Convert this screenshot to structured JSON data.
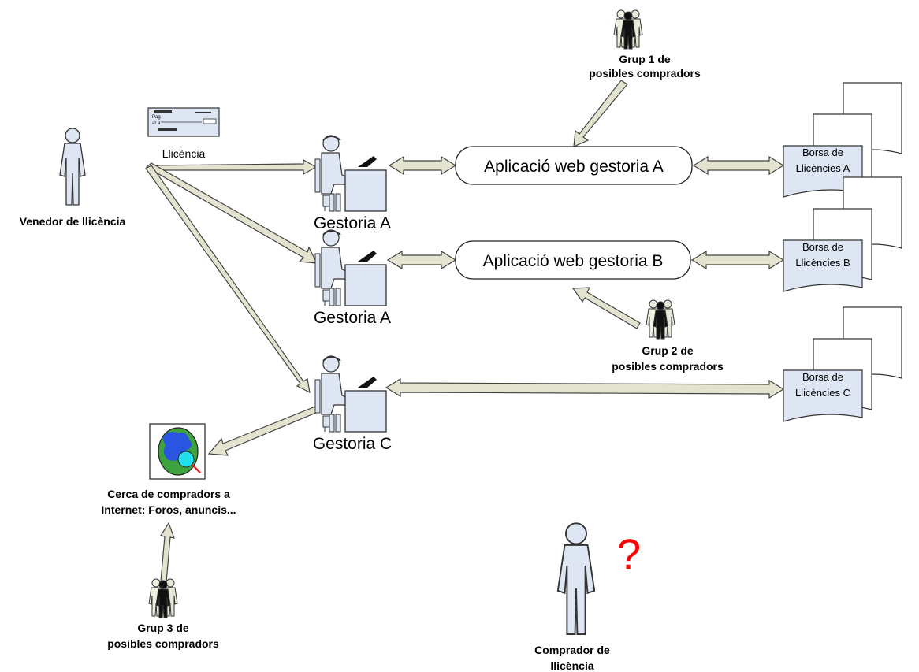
{
  "seller": {
    "label": "Venedor de llicència"
  },
  "license_doc": {
    "label": "Llicència",
    "cheque_lines": [
      "Pag",
      "ar a"
    ]
  },
  "agencies": [
    {
      "label": "Gestoria A"
    },
    {
      "label": "Gestoria A"
    },
    {
      "label": "Gestoria C"
    }
  ],
  "web_apps": [
    {
      "label": "Aplicació web gestoria A"
    },
    {
      "label": "Aplicació web gestoria B"
    }
  ],
  "exchanges": [
    {
      "line1": "Borsa de",
      "line2": "Llicències A"
    },
    {
      "line1": "Borsa de",
      "line2": "Llicències B"
    },
    {
      "line1": "Borsa de",
      "line2": "Llicències C"
    }
  ],
  "buyer_groups": [
    {
      "line1": "Grup 1 de",
      "line2": "posibles compradors"
    },
    {
      "line1": "Grup 2 de",
      "line2": "posibles compradors"
    },
    {
      "line1": "Grup 3 de",
      "line2": "posibles compradors"
    }
  ],
  "internet_search": {
    "line1": "Cerca de compradors a",
    "line2": "Internet: Foros, anuncis..."
  },
  "buyer": {
    "line1": "Comprador de",
    "line2": "llicència",
    "mark": "?"
  },
  "colors": {
    "arrow_fill": "#e3e3cf",
    "stroke": "#333333",
    "person_fill": "#dde6f2",
    "question": "#ff0000",
    "globe_green": "#3da33d",
    "globe_blue": "#2a55e0",
    "globe_cyan": "#20e0f0"
  }
}
